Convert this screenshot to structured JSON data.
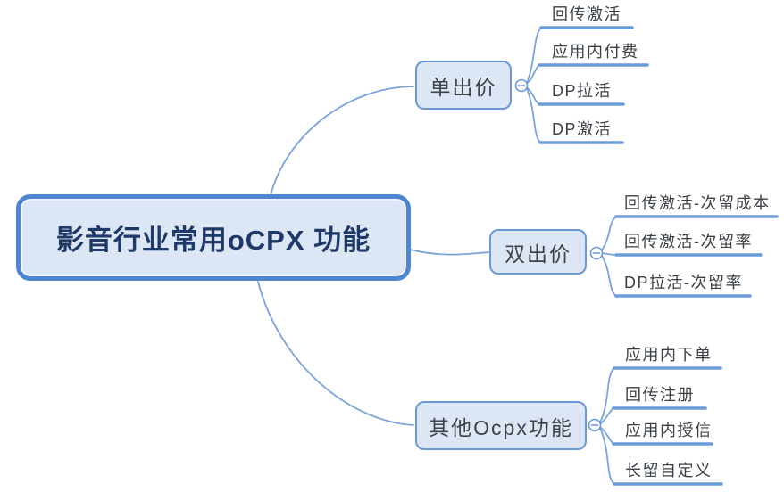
{
  "title": "影音行业常用oCPX 功能",
  "root": {
    "label": "影音行业常用oCPX 功能"
  },
  "branches": [
    {
      "label": "单出价",
      "children": [
        {
          "label": "回传激活"
        },
        {
          "label": "应用内付费"
        },
        {
          "label": "DP拉活"
        },
        {
          "label": "DP激活"
        }
      ]
    },
    {
      "label": "双出价",
      "children": [
        {
          "label": "回传激活-次留成本"
        },
        {
          "label": "回传激活-次留率"
        },
        {
          "label": "DP拉活-次留率"
        }
      ]
    },
    {
      "label": "其他Ocpx功能",
      "children": [
        {
          "label": "应用内下单"
        },
        {
          "label": "回传注册"
        },
        {
          "label": "应用内授信"
        },
        {
          "label": "长留自定义"
        }
      ]
    }
  ],
  "icons": {
    "collapse_toggle": "minus-in-circle"
  },
  "colors": {
    "root_border": "#4f86d2",
    "node_border": "#6b99d8",
    "node_fill": "#dce6f5",
    "connector_line": "#7aa3da",
    "leaf_underline": "#6b9bd8",
    "root_text": "#1f3a68",
    "text": "#3d4349",
    "background": "#ffffff"
  }
}
